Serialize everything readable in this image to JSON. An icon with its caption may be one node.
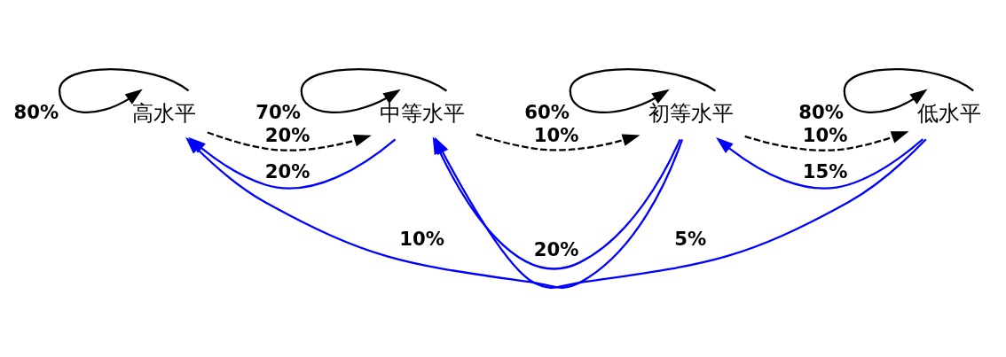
{
  "diagram": {
    "nodes": [
      {
        "text": [
          "高水平"
        ]
      },
      {
        "text": [
          "中等水平"
        ]
      },
      {
        "text": [
          "初等水平"
        ]
      },
      {
        "text": [
          "低水平"
        ]
      }
    ],
    "edges": [
      {
        "from": 0,
        "to": 0,
        "arrow": "to",
        "label": "80%"
      },
      {
        "from": 1,
        "to": 1,
        "arrow": "to",
        "label": "70%"
      },
      {
        "from": 2,
        "to": 2,
        "arrow": "to",
        "label": "60%"
      },
      {
        "from": 3,
        "to": 3,
        "arrow": "to",
        "label": "80%"
      },
      {
        "from": 0,
        "to": 1,
        "arrow": "to",
        "label": "20%",
        "style": "dashed"
      },
      {
        "from": 1,
        "to": 0,
        "arrow": "to",
        "label": "20%",
        "color": "#0000ff"
      },
      {
        "from": 2,
        "to": 1,
        "arrow": "to",
        "label": "20%",
        "color": "#0000ff"
      },
      {
        "from": 2,
        "to": 0,
        "arrow": "to",
        "label": "10%",
        "color": "#0000ff"
      },
      {
        "from": 1,
        "to": 2,
        "arrow": "to",
        "label": "10%",
        "style": "dashed"
      },
      {
        "from": 2,
        "to": 3,
        "arrow": "to",
        "label": "10%",
        "style": "dashed"
      },
      {
        "from": 3,
        "to": 2,
        "arrow": "to",
        "label": "15%",
        "color": "#0000ff"
      },
      {
        "from": 3,
        "to": 1,
        "arrow": "to",
        "label": "5%",
        "color": "#0000ff"
      }
    ]
  }
}
